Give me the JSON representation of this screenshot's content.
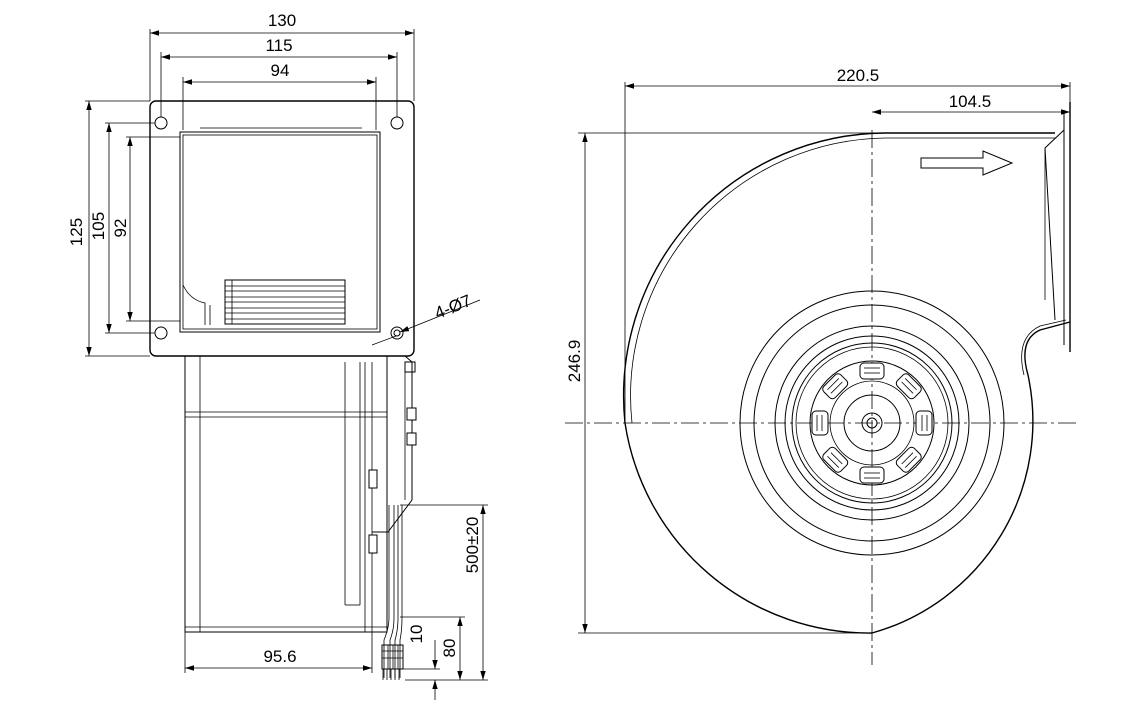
{
  "front_view": {
    "dims": {
      "width_130": "130",
      "width_115": "115",
      "width_94": "94",
      "height_125": "125",
      "height_105": "105",
      "height_92": "92",
      "holes": "4-Ø7",
      "depth_95_6": "95.6",
      "cable_500": "500±20",
      "strip_10": "10",
      "strip_80": "80"
    }
  },
  "side_view": {
    "dims": {
      "width_220_5": "220.5",
      "outlet_104_5": "104.5",
      "height_246_9": "246.9"
    }
  }
}
